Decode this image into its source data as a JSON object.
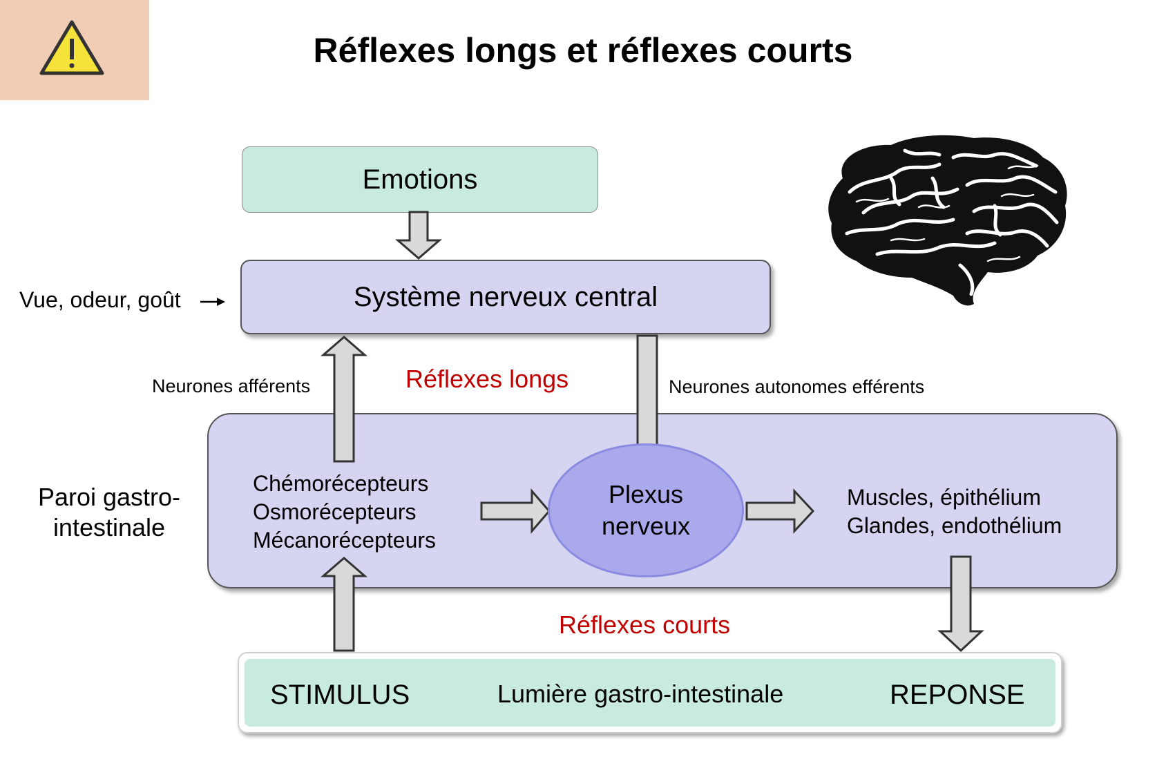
{
  "title": "Réflexes longs et réflexes courts",
  "warning_icon": "warning-triangle-icon",
  "brain_icon": "brain-icon",
  "boxes": {
    "emotions": "Emotions",
    "snc": "Système nerveux central",
    "plexus_line1": "Plexus",
    "plexus_line2": "nerveux",
    "stimulus": "STIMULUS",
    "lumen": "Lumière gastro-intestinale",
    "reponse": "REPONSE"
  },
  "labels": {
    "senses": "Vue, odeur, goût",
    "afferent": "Neurones afférents",
    "efferent": "Neurones autonomes efférents",
    "long_reflexes": "Réflexes longs",
    "short_reflexes": "Réflexes courts",
    "paroi_line1": "Paroi gastro-",
    "paroi_line2": "intestinale"
  },
  "receptors": [
    "Chémorécepteurs",
    "Osmorécepteurs",
    "Mécanorécepteurs"
  ],
  "effectors": [
    "Muscles, épithélium",
    "Glandes, endothélium"
  ],
  "colors": {
    "warning_bg": "#f2cdb5",
    "green_box": "#c9eadf",
    "lavender_box": "#d5d5f2",
    "plexus": "#a9a9ec",
    "reflex_label": "#c00000",
    "arrow_fill": "#d9d9d9"
  }
}
